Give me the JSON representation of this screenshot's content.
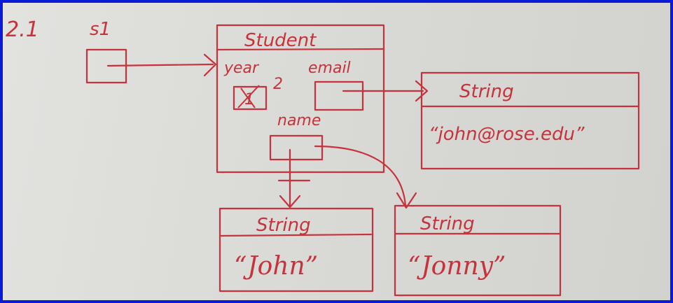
{
  "diagram": {
    "section_label": "2.1",
    "variable_label": "s1",
    "student": {
      "title": "Student",
      "year_label": "year",
      "year_old_value": "1",
      "year_new_value": "2",
      "email_label": "email",
      "name_label": "name"
    },
    "email_string": {
      "title": "String",
      "value": "“john@rose.edu”"
    },
    "john_string": {
      "title": "String",
      "value": "“John”"
    },
    "jonny_string": {
      "title": "String",
      "value": "“Jonny”"
    },
    "ink_color": "#c8323c"
  }
}
